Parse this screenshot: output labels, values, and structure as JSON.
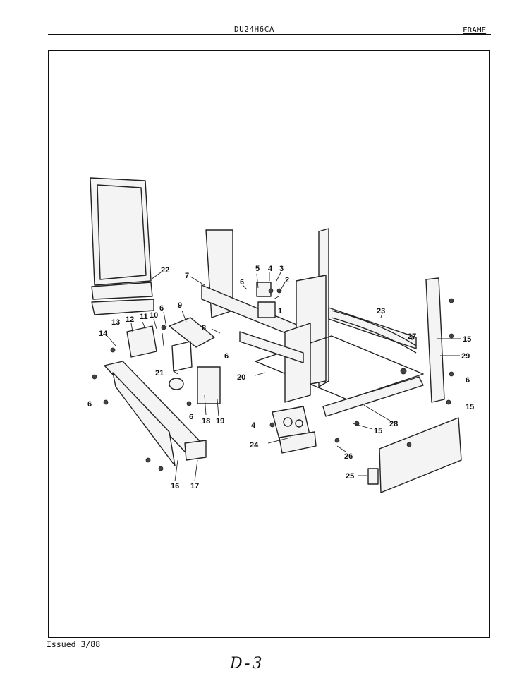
{
  "header": {
    "model": "DU24H6CA",
    "section": "FRAME"
  },
  "footer": {
    "issued": "Issued 3/88",
    "page": "D-3"
  },
  "callouts": [
    "1",
    "2",
    "3",
    "4",
    "5",
    "6",
    "7",
    "8",
    "9",
    "10",
    "11",
    "12",
    "13",
    "14",
    "15",
    "16",
    "17",
    "18",
    "19",
    "20",
    "21",
    "22",
    "23",
    "24",
    "25",
    "26",
    "27",
    "28",
    "29"
  ],
  "extra_callouts": {
    "six_a": "6",
    "six_b": "6",
    "six_c": "6",
    "six_d": "6",
    "six_e": "6",
    "fifteen_b": "15",
    "fifteen_c": "15",
    "four_b": "4"
  }
}
